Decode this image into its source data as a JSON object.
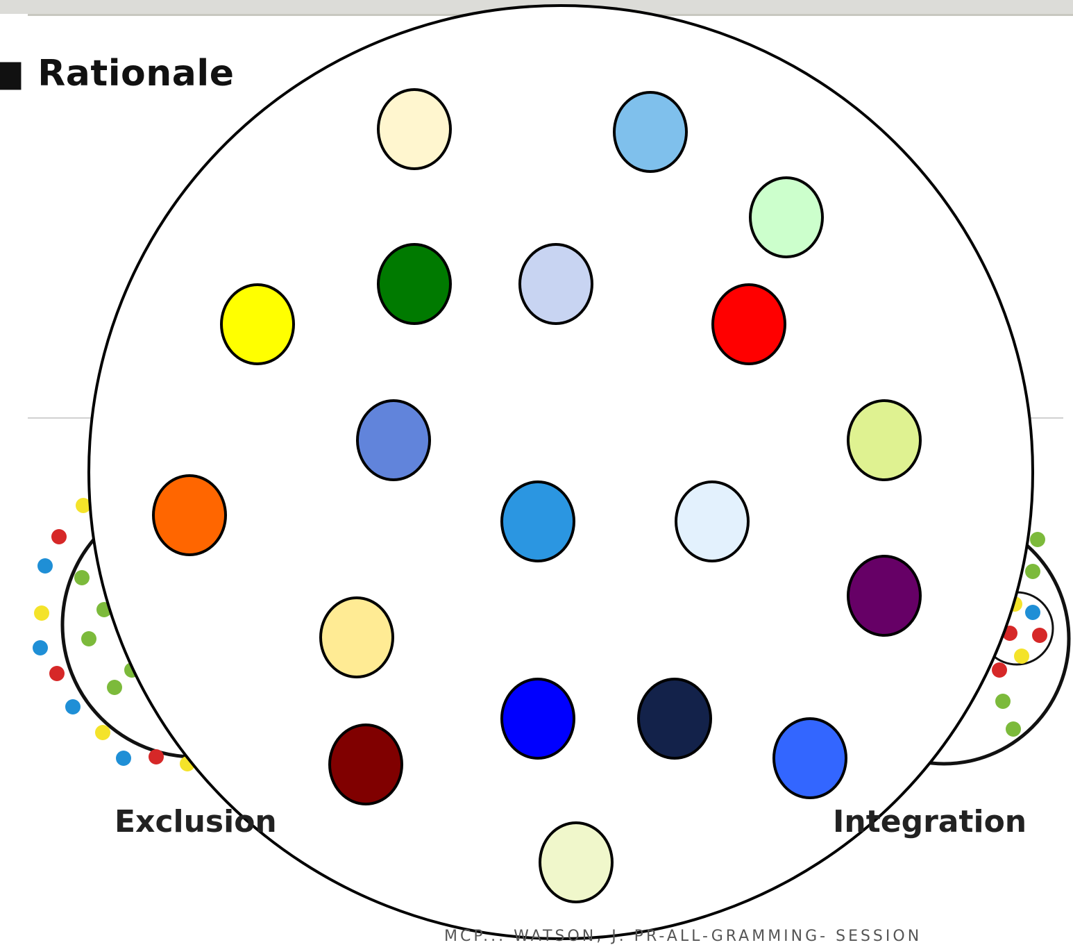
{
  "slide": {
    "title": "Rationale",
    "footer": "MCP... WATSON, J. PR-ALL-GRAMMING- SESSION"
  },
  "background_figure": {
    "left_caption": "Exclusion",
    "right_caption": "Integration",
    "left_dot_colors": [
      "#d62828",
      "#1f8fd6",
      "#7cba3b",
      "#f4e32a"
    ],
    "right_dot_colors": [
      "#7cba3b",
      "#1f8fd6",
      "#d62828",
      "#f4e32a"
    ]
  },
  "inclusion_circle": {
    "stroke": "#000000",
    "fill": "#ffffff",
    "members": [
      {
        "name": "pale-yellow",
        "color": "#fff6cf"
      },
      {
        "name": "sky-blue",
        "color": "#7fc0ec"
      },
      {
        "name": "mint-green",
        "color": "#ccffcc"
      },
      {
        "name": "dark-green",
        "color": "#007a00"
      },
      {
        "name": "lavender-blue",
        "color": "#c8d4f2"
      },
      {
        "name": "yellow",
        "color": "#ffff00"
      },
      {
        "name": "red",
        "color": "#ff0000"
      },
      {
        "name": "cornflower-blue",
        "color": "#6184db"
      },
      {
        "name": "light-lime",
        "color": "#dff291"
      },
      {
        "name": "orange",
        "color": "#ff6600"
      },
      {
        "name": "azure",
        "color": "#2b96e1"
      },
      {
        "name": "ice-blue",
        "color": "#e3f1fd"
      },
      {
        "name": "purple",
        "color": "#660066"
      },
      {
        "name": "light-gold",
        "color": "#ffeb94"
      },
      {
        "name": "blue",
        "color": "#0000ff"
      },
      {
        "name": "navy",
        "color": "#13224a"
      },
      {
        "name": "maroon",
        "color": "#800000"
      },
      {
        "name": "royal-blue",
        "color": "#3366ff"
      },
      {
        "name": "pale-lime",
        "color": "#f0f7cb"
      }
    ]
  }
}
